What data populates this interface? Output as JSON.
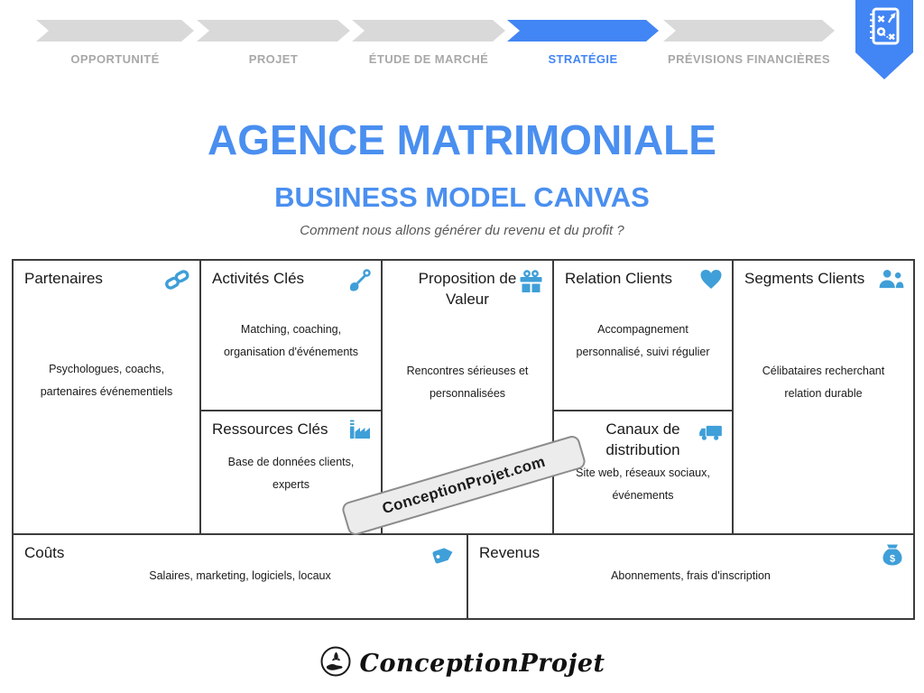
{
  "process_nav": {
    "steps": [
      {
        "label": "OPPORTUNITÉ",
        "state": "inactive"
      },
      {
        "label": "PROJET",
        "state": "inactive"
      },
      {
        "label": "ÉTUDE DE MARCHÉ",
        "state": "inactive"
      },
      {
        "label": "STRATÉGIE",
        "state": "active"
      },
      {
        "label": "PRÉVISIONS FINANCIÈRES",
        "state": "inactive"
      }
    ],
    "badge_icon": "strategy-playbook-icon"
  },
  "header": {
    "title": "AGENCE MATRIMONIALE",
    "subtitle": "BUSINESS MODEL CANVAS",
    "tagline": "Comment nous allons générer du revenu et du profit ?"
  },
  "canvas": {
    "partenaires": {
      "title": "Partenaires",
      "icon": "link-icon",
      "body": "Psychologues, coachs,\npartenaires événementiels"
    },
    "activites": {
      "title": "Activités Clés",
      "icon": "shovel-icon",
      "body": "Matching, coaching,\norganisation d'événements"
    },
    "ressources": {
      "title": "Ressources Clés",
      "icon": "factory-icon",
      "body": "Base de données clients,\nexperts"
    },
    "proposition": {
      "title": "Proposition de\nValeur",
      "icon": "gift-icon",
      "body": "Rencontres sérieuses et\npersonnalisées"
    },
    "relation": {
      "title": "Relation Clients",
      "icon": "heart-icon",
      "body": "Accompagnement\npersonnalisé, suivi régulier"
    },
    "canaux": {
      "title": "Canaux de\ndistribution",
      "icon": "truck-icon",
      "body": "Site web, réseaux sociaux,\névénements"
    },
    "segments": {
      "title": "Segments Clients",
      "icon": "people-icon",
      "body": "Célibataires recherchant\nrelation durable"
    },
    "couts": {
      "title": "Coûts",
      "icon": "tag-icon",
      "body": "Salaires, marketing, logiciels, locaux"
    },
    "revenus": {
      "title": "Revenus",
      "icon": "money-bag-icon",
      "body": "Abonnements, frais d'inscription"
    }
  },
  "watermark": {
    "text": "ConceptionProjet.com"
  },
  "footer": {
    "brand": "ConceptionProjet"
  },
  "colors": {
    "accent_blue": "#4285F4",
    "title_blue": "#4A8FF0",
    "icon_blue": "#3F9FD8",
    "chevron_gray": "#D9D9D9",
    "label_gray": "#A8A8A8"
  }
}
